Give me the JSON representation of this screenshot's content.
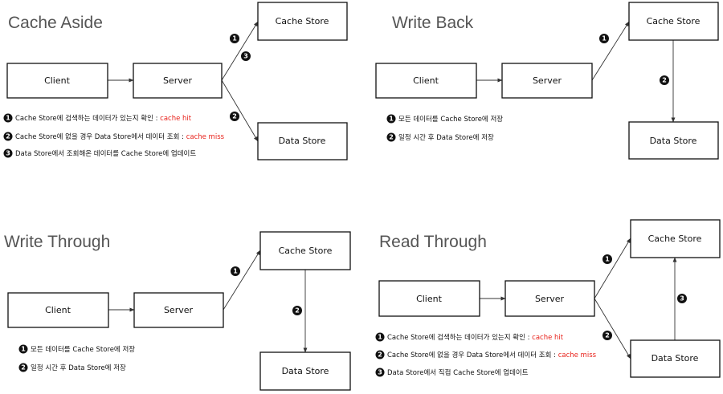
{
  "colors": {
    "accent": "#e8221b",
    "title": "#555555",
    "box_border": "#111111"
  },
  "panels": [
    {
      "id": "cache-aside",
      "title": "Cache Aside",
      "nodes": {
        "client": "Client",
        "server": "Server",
        "cache": "Cache Store",
        "data": "Data Store"
      },
      "badges": [
        "1",
        "3",
        "2"
      ],
      "notes": [
        {
          "num": "1",
          "text": "Cache Store에 검색하는 데이터가 있는지 확인 : ",
          "highlight": "cache hit"
        },
        {
          "num": "2",
          "text": "Cache Store에 없을 경우 Data Store에서 데이터 조회 : ",
          "highlight": "cache miss"
        },
        {
          "num": "3",
          "text": "Data Store에서 조회해온 데이터를 Cache Store에 업데이트",
          "highlight": ""
        }
      ]
    },
    {
      "id": "write-back",
      "title": "Write Back",
      "nodes": {
        "client": "Client",
        "server": "Server",
        "cache": "Cache Store",
        "data": "Data Store"
      },
      "badges": [
        "1",
        "2"
      ],
      "notes": [
        {
          "num": "1",
          "text": "모든 데이터를 Cache Store에 저장",
          "highlight": ""
        },
        {
          "num": "2",
          "text": "일정 시간 후 Data Store에 저장",
          "highlight": ""
        }
      ]
    },
    {
      "id": "write-through",
      "title": "Write Through",
      "nodes": {
        "client": "Client",
        "server": "Server",
        "cache": "Cache Store",
        "data": "Data Store"
      },
      "badges": [
        "1",
        "2"
      ],
      "notes": [
        {
          "num": "1",
          "text": "모든 데이터를 Cache Store에 저장",
          "highlight": ""
        },
        {
          "num": "2",
          "text": "일정 시간 후 Data Store에 저장",
          "highlight": ""
        }
      ]
    },
    {
      "id": "read-through",
      "title": "Read Through",
      "nodes": {
        "client": "Client",
        "server": "Server",
        "cache": "Cache Store",
        "data": "Data Store"
      },
      "badges": [
        "1",
        "2",
        "3"
      ],
      "notes": [
        {
          "num": "1",
          "text": "Cache Store에 검색하는 데이터가 있는지 확인 : ",
          "highlight": "cache hit"
        },
        {
          "num": "2",
          "text": "Cache Store에 없을 경우 Data Store에서 데이터 조회 : ",
          "highlight": "cache miss"
        },
        {
          "num": "3",
          "text": "Data Store에서 직접 Cache Store에 업데이트",
          "highlight": ""
        }
      ]
    }
  ]
}
